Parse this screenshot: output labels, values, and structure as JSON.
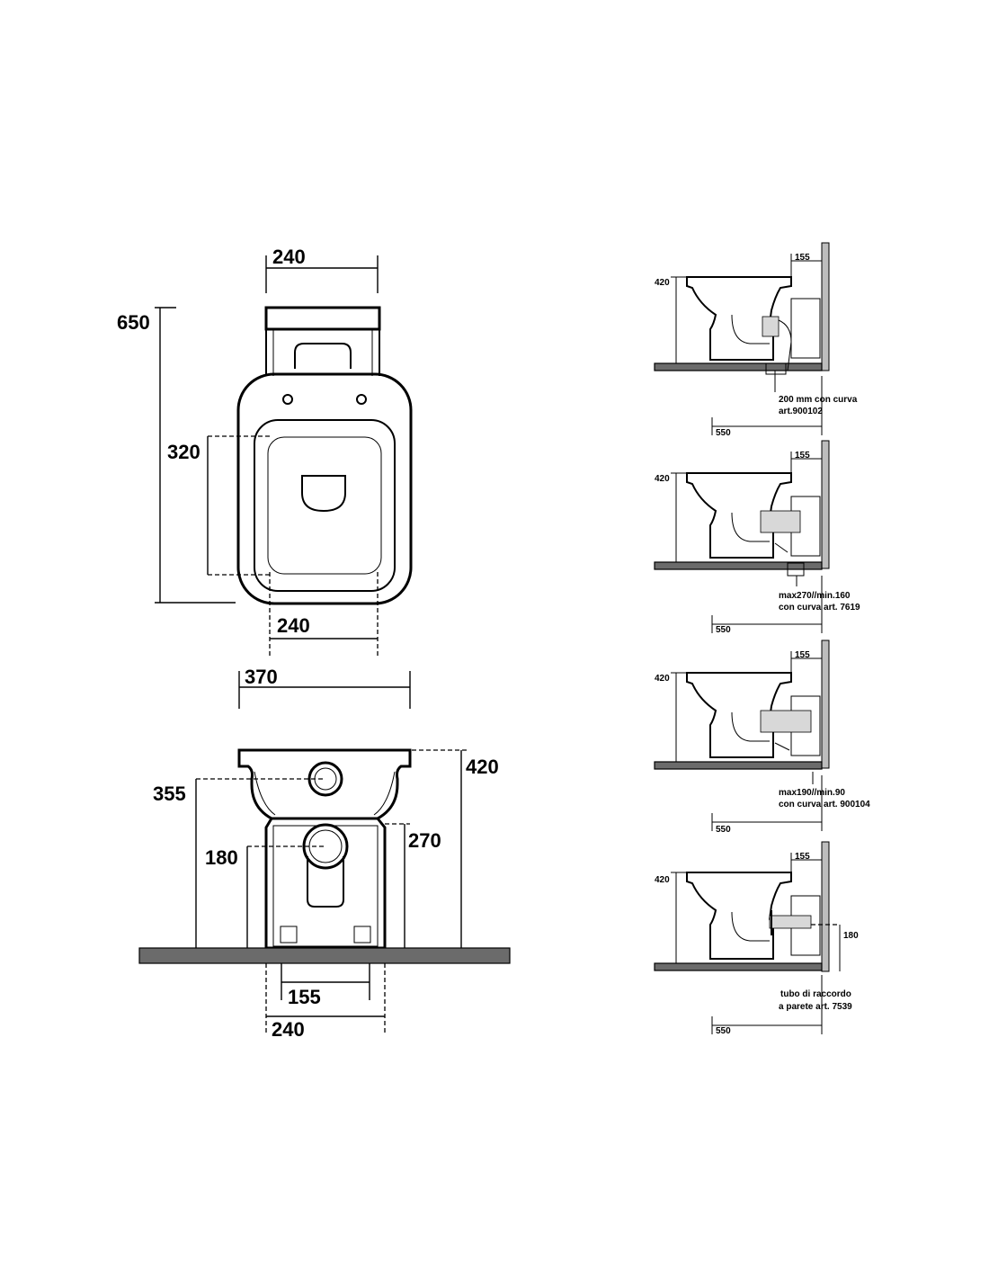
{
  "top_view": {
    "width_top": "240",
    "height_total": "650",
    "seat_height": "320",
    "width_bottom": "240"
  },
  "front_view": {
    "width": "370",
    "height": "420",
    "outlet_height": "355",
    "lower_outlet": "180",
    "base_height": "270",
    "base_inner": "155",
    "base_outer": "240"
  },
  "side_views": [
    {
      "height": "420",
      "wall_offset": "155",
      "depth": "550",
      "note_line1": "200 mm con curva",
      "note_line2": "art.900102"
    },
    {
      "height": "420",
      "wall_offset": "155",
      "depth": "550",
      "note_line1": "max270//min.160",
      "note_line2": "con curva art. 7619"
    },
    {
      "height": "420",
      "wall_offset": "155",
      "depth": "550",
      "note_line1": "max190//min.90",
      "note_line2": "con curva art. 900104"
    },
    {
      "height": "420",
      "wall_offset": "155",
      "depth": "550",
      "outlet_height": "180",
      "note_line1": "tubo di raccordo",
      "note_line2": "a parete art. 7539"
    }
  ]
}
